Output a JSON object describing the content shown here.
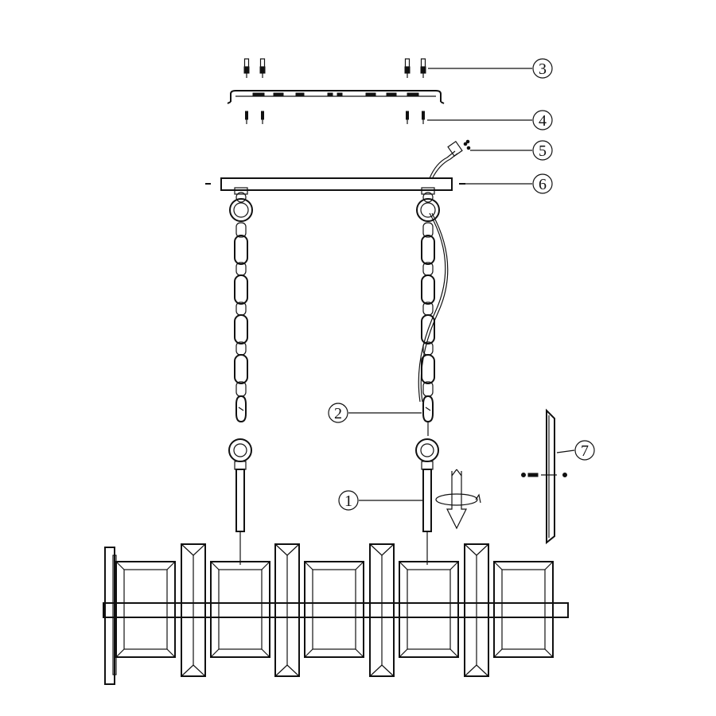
{
  "diagram": {
    "callouts": [
      {
        "id": "c1",
        "label": "1"
      },
      {
        "id": "c2",
        "label": "2"
      },
      {
        "id": "c3",
        "label": "3"
      },
      {
        "id": "c4",
        "label": "4"
      },
      {
        "id": "c5",
        "label": "5"
      },
      {
        "id": "c6",
        "label": "6"
      },
      {
        "id": "c7",
        "label": "7"
      }
    ],
    "colors": {
      "line": "#111111",
      "background": "#ffffff"
    }
  }
}
